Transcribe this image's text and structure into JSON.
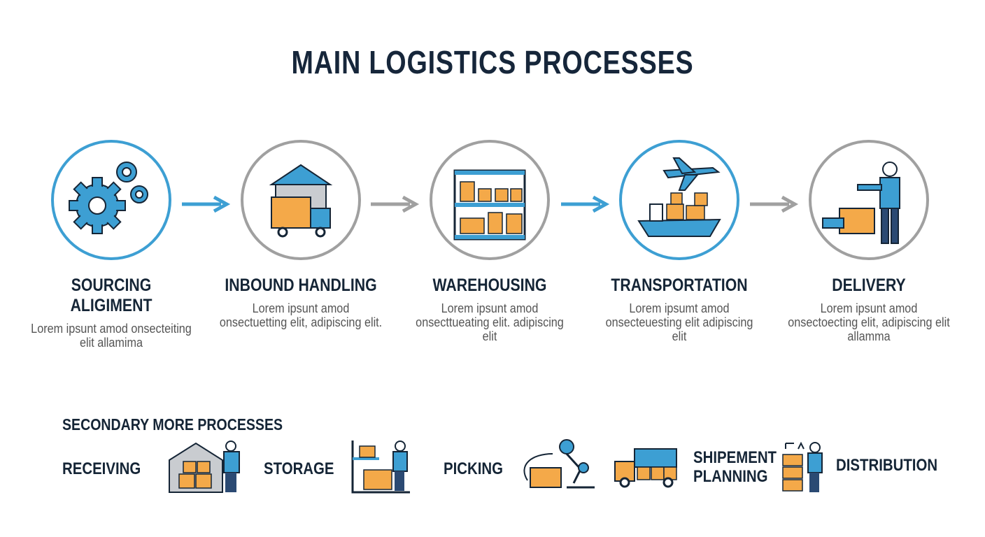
{
  "title": "MAIN LOGISTICS PROCESSES",
  "colors": {
    "blue": "#3d9fd3",
    "navy": "#152536",
    "orange": "#f4a949",
    "grey": "#a0a0a0"
  },
  "steps": [
    {
      "title": "SOURCING ALIGIMENT",
      "desc": "Lorem ipsunt amod onsecteiting elit allamima",
      "icon": "gears-icon"
    },
    {
      "title": "INBOUND HANDLING",
      "desc": "Lorem ipsunt amod onsectuetting elit, adipiscing elit.",
      "icon": "truck-warehouse-icon"
    },
    {
      "title": "WAREHOUSING",
      "desc": "Lorem ipsunt amod onsecttueating elit. adipiscing elit",
      "icon": "shelves-icon"
    },
    {
      "title": "TRANSPORTATION",
      "desc": "Lorem ipsumt amod onsecteuesting elit adipiscing elit",
      "icon": "plane-ship-icon"
    },
    {
      "title": "DELIVERY",
      "desc": "Lorem ipsunt amod onsectoecting elit, adipiscing elit allamma",
      "icon": "delivery-person-icon"
    }
  ],
  "secondary": {
    "heading": "SECONDARY MORE PROCESSES",
    "items": [
      {
        "label": "RECEIVING",
        "icon": "warehouse-worker-icon"
      },
      {
        "label": "STORAGE",
        "icon": "shelf-worker-icon"
      },
      {
        "label": "PICKING",
        "icon": "robot-arm-icon"
      },
      {
        "label": "SHIPEMENT PLANNING",
        "icon": "truck-icon"
      },
      {
        "label": "DISTRIBUTION",
        "icon": "stacked-boxes-worker-icon"
      }
    ]
  }
}
